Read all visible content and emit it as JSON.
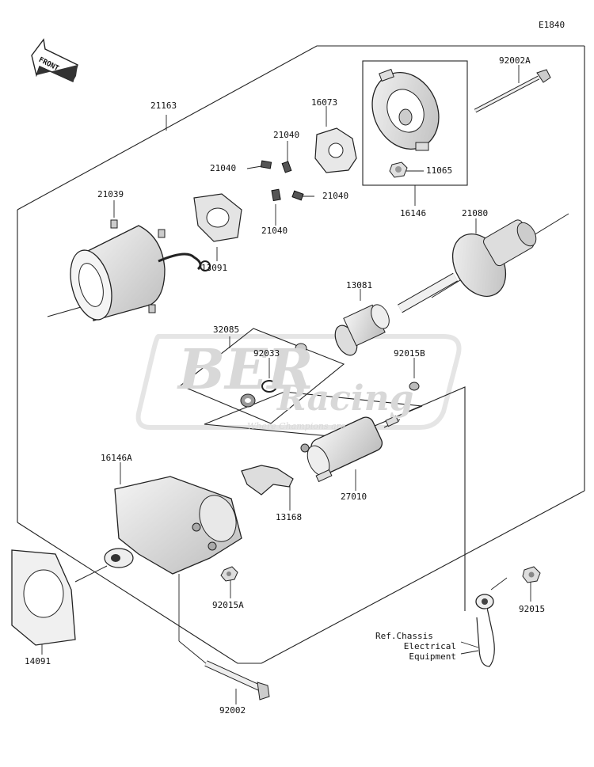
{
  "diagram_code": "E1840",
  "front_label": "FRONT",
  "watermark": {
    "brand_top": "BER",
    "brand_bottom": "Racing",
    "tagline": "Where Champions are"
  },
  "parts": [
    {
      "id": "p-92002A",
      "number": "92002A"
    },
    {
      "id": "p-21163",
      "number": "21163"
    },
    {
      "id": "p-16073",
      "number": "16073"
    },
    {
      "id": "p-21040a",
      "number": "21040"
    },
    {
      "id": "p-21040b",
      "number": "21040"
    },
    {
      "id": "p-21040c",
      "number": "21040"
    },
    {
      "id": "p-21040d",
      "number": "21040"
    },
    {
      "id": "p-11065",
      "number": "11065"
    },
    {
      "id": "p-21039",
      "number": "21039"
    },
    {
      "id": "p-16146",
      "number": "16146"
    },
    {
      "id": "p-21080",
      "number": "21080"
    },
    {
      "id": "p-13091",
      "number": "13091"
    },
    {
      "id": "p-13081",
      "number": "13081"
    },
    {
      "id": "p-32085",
      "number": "32085"
    },
    {
      "id": "p-92033",
      "number": "92033"
    },
    {
      "id": "p-92015B",
      "number": "92015B"
    },
    {
      "id": "p-16146A",
      "number": "16146A"
    },
    {
      "id": "p-27010",
      "number": "27010"
    },
    {
      "id": "p-13168",
      "number": "13168"
    },
    {
      "id": "p-92015A",
      "number": "92015A"
    },
    {
      "id": "p-92015",
      "number": "92015"
    },
    {
      "id": "p-14091",
      "number": "14091"
    },
    {
      "id": "p-92002",
      "number": "92002"
    }
  ],
  "reference_note": [
    "Ref.Chassis",
    "Electrical",
    "Equipment"
  ]
}
